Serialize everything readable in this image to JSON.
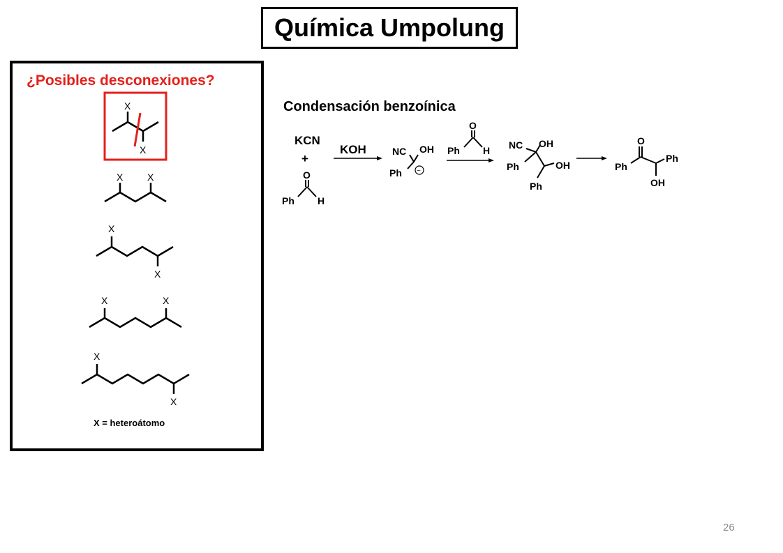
{
  "slide": {
    "title": "Química Umpolung",
    "page_number": "26"
  },
  "colors": {
    "accent": "#e3201b",
    "text": "#000000",
    "page_number": "#8a8a8a"
  },
  "disconnections_panel": {
    "heading": "¿Posibles desconexiones?",
    "atom_label": "X",
    "legend": "X = heteroátomo"
  },
  "benzoin": {
    "heading": "Condensación benzoínica",
    "reagent_kcn": "KCN",
    "plus": "+",
    "reagent_koh": "KOH",
    "ph": "Ph",
    "oxygen": "O",
    "hydrogen": "H",
    "nc": "NC",
    "oh": "OH",
    "charge": "−"
  }
}
